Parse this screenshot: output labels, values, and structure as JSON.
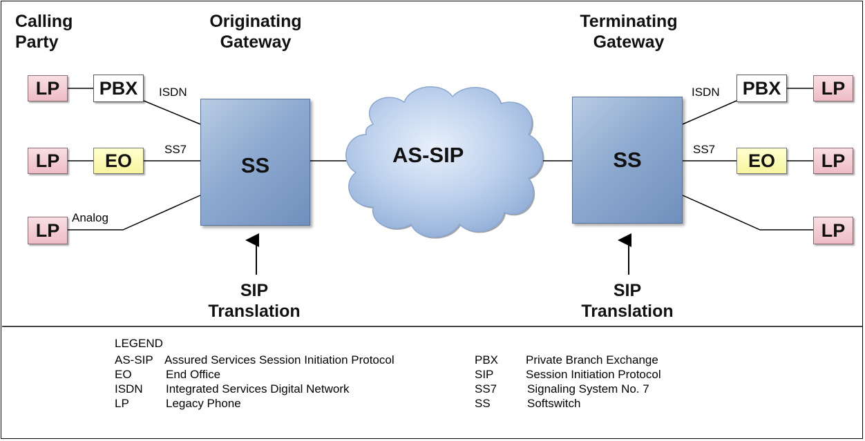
{
  "headers": {
    "calling_party": [
      "Calling",
      "Party"
    ],
    "originating_gateway": [
      "Originating",
      "Gateway"
    ],
    "terminating_gateway": [
      "Terminating",
      "Gateway"
    ]
  },
  "nodes": {
    "lp": "LP",
    "pbx": "PBX",
    "eo": "EO",
    "ss": "SS",
    "network": "AS-SIP"
  },
  "links": {
    "isdn": "ISDN",
    "ss7": "SS7",
    "analog": "Analog"
  },
  "sip_translation": [
    "SIP",
    "Translation"
  ],
  "legend": {
    "title": "LEGEND",
    "left": [
      {
        "abbr": "AS-SIP",
        "desc": "Assured Services Session Initiation Protocol"
      },
      {
        "abbr": "EO",
        "desc": "End Office"
      },
      {
        "abbr": "ISDN",
        "desc": "Integrated Services Digital Network"
      },
      {
        "abbr": "LP",
        "desc": "Legacy Phone"
      }
    ],
    "right": [
      {
        "abbr": "PBX",
        "desc": "Private Branch Exchange"
      },
      {
        "abbr": "SIP",
        "desc": "Session Initiation Protocol"
      },
      {
        "abbr": "SS7",
        "desc": "Signaling System No. 7"
      },
      {
        "abbr": "SS",
        "desc": "Softswitch"
      }
    ]
  },
  "colors": {
    "lp_fill": "#eebcc4",
    "eo_fill": "#f7f59e",
    "ss_fill": "#8eaad0",
    "cloud_fill": "#a9c3e6"
  }
}
